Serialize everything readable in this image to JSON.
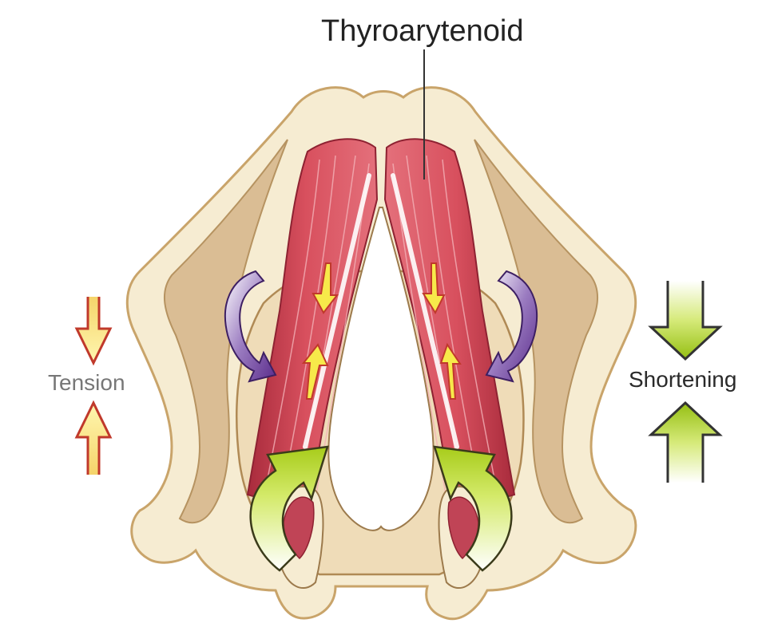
{
  "labels": {
    "muscle": "Thyroarytenoid",
    "tension": "Tension",
    "shortening": "Shortening"
  },
  "colors": {
    "cartilage_fill": "#f6ecd2",
    "cartilage_stroke": "#c9a46a",
    "inner_shadow": "#d8b98e",
    "muscle": "#c8404f",
    "muscle_light": "#e98a92",
    "tension_arrow_stroke": "#c0392b",
    "tension_arrow_fill": "#f7e94a",
    "shortening_arrow_fill": "#a9cf1c",
    "purple_arrow": "#6a3e95",
    "green_arrow": "#b2d233"
  }
}
